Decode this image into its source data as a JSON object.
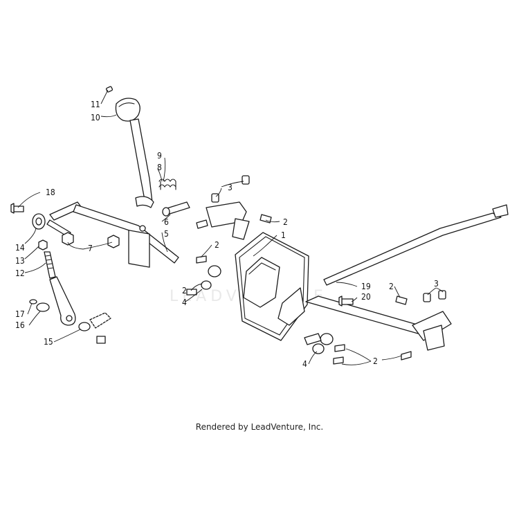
{
  "diagram": {
    "watermark": "LEADVENTURE",
    "credit": "Rendered by LeadVenture, Inc.",
    "callouts": [
      "11",
      "10",
      "9",
      "8",
      "18",
      "3",
      "2",
      "6",
      "1",
      "5",
      "2",
      "14",
      "7",
      "13",
      "12",
      "2",
      "4",
      "19",
      "20",
      "2",
      "3",
      "17",
      "16",
      "15",
      "4",
      "2"
    ]
  }
}
